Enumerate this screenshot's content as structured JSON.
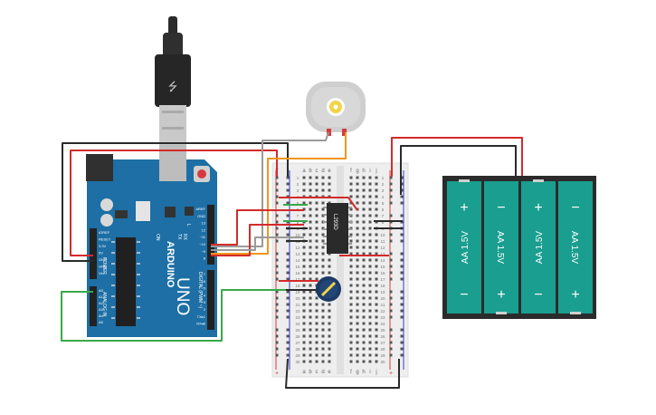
{
  "arduino": {
    "brand": "ARDUINO",
    "model": "UNO",
    "on_label": "ON",
    "tx_label": "TX",
    "rx_label": "RX",
    "l_label": "L",
    "power_section": "POWER",
    "analog_section": "ANALOG IN",
    "digital_section": "DIGITAL (PWM ~)",
    "power_pins": [
      "IOREF",
      "RESET",
      "3.3V",
      "5V",
      "GND",
      "GND",
      "Vin"
    ],
    "analog_pins": [
      "A0",
      "A1",
      "A2",
      "A3",
      "A4",
      "A5"
    ],
    "digital_pins_top": [
      "AREF",
      "GND",
      "13",
      "12",
      "~11",
      "~10",
      "~9",
      "8"
    ],
    "digital_pins_bottom": [
      "7",
      "~6",
      "~5",
      "4",
      "~3",
      "2",
      "TX▸1",
      "RX◂0"
    ]
  },
  "breadboard": {
    "column_letters_left": [
      "a",
      "b",
      "c",
      "d",
      "e"
    ],
    "column_letters_right": [
      "f",
      "g",
      "h",
      "i",
      "j"
    ],
    "rail_plus": "+",
    "rail_minus": "-"
  },
  "ic": {
    "label": "L293D"
  },
  "battery_pack": {
    "cells": [
      {
        "label": "AA 1.5V",
        "plus": "+",
        "minus": "−"
      },
      {
        "label": "AA 1.5V",
        "plus": "+",
        "minus": "−"
      },
      {
        "label": "AA 1.5V",
        "plus": "+",
        "minus": "−"
      },
      {
        "label": "AA 1.5V",
        "plus": "+",
        "minus": "−"
      }
    ]
  },
  "colors": {
    "arduino_board": "#1d6fa5",
    "breadboard": "#eeeeee",
    "battery_cell": "#1a9e90",
    "wire_red": "#d42b2b",
    "wire_black": "#2a2a2a",
    "wire_orange": "#f0961e",
    "wire_green": "#3aa84a",
    "wire_grey": "#9a9a9a",
    "potentiometer": "#1d3a66"
  }
}
